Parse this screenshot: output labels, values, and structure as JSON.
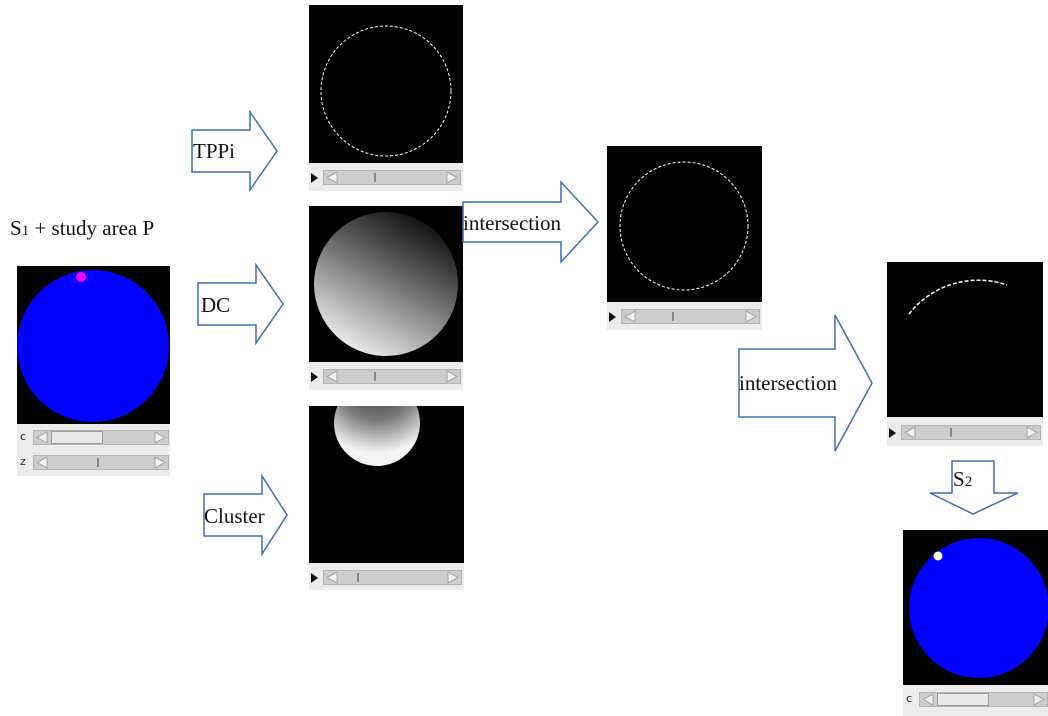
{
  "labels": {
    "s1_caption_main": "S",
    "s1_caption_sub": "1",
    "s1_caption_rest": " + study area P",
    "tppi": "TPPi",
    "dc": "DC",
    "cluster": "Cluster",
    "intersection_1": "intersection",
    "intersection_2": "intersection",
    "s2_main": "S",
    "s2_sub": "2"
  },
  "scroll_labels": {
    "c": "c",
    "z": "z"
  },
  "colors": {
    "circle_blue": "#0000ff",
    "marker_magenta": "#ff00ff",
    "marker_white": "#ffffff",
    "arrow_stroke": "#3d6fb6",
    "image_bg": "#000000",
    "panel_bg": "#ececec"
  },
  "icons": [
    "play-icon",
    "scroll-left-icon",
    "scroll-right-icon",
    "block-arrow-right-icon",
    "block-arrow-down-icon"
  ]
}
